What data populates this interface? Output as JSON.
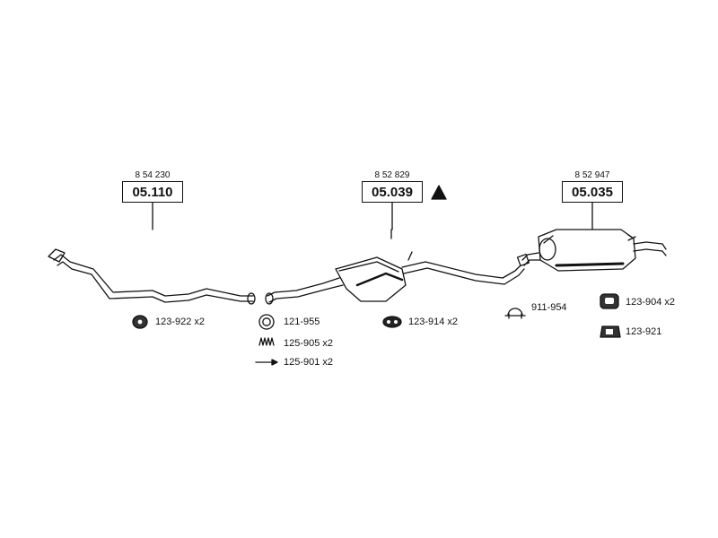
{
  "assemblies": [
    {
      "oem_number": "8 54 230",
      "part_number": "05.110"
    },
    {
      "oem_number": "8 52 829",
      "part_number": "05.039"
    },
    {
      "oem_number": "8 52 947",
      "part_number": "05.035"
    }
  ],
  "parts": [
    {
      "label": "123-922 x2",
      "icon": "rubber-mount-icon"
    },
    {
      "label": "121-955",
      "icon": "ring-gasket-icon"
    },
    {
      "label": "125-905 x2",
      "icon": "spring-icon"
    },
    {
      "label": "125-901 x2",
      "icon": "bolt-icon"
    },
    {
      "label": "123-914 x2",
      "icon": "rubber-hanger-icon"
    },
    {
      "label": "911-954",
      "icon": "pipe-clamp-icon"
    },
    {
      "label": "123-904 x2",
      "icon": "rubber-strap-icon"
    },
    {
      "label": "123-921",
      "icon": "rubber-block-icon"
    }
  ],
  "markers": {
    "warning": "triangle-icon"
  }
}
